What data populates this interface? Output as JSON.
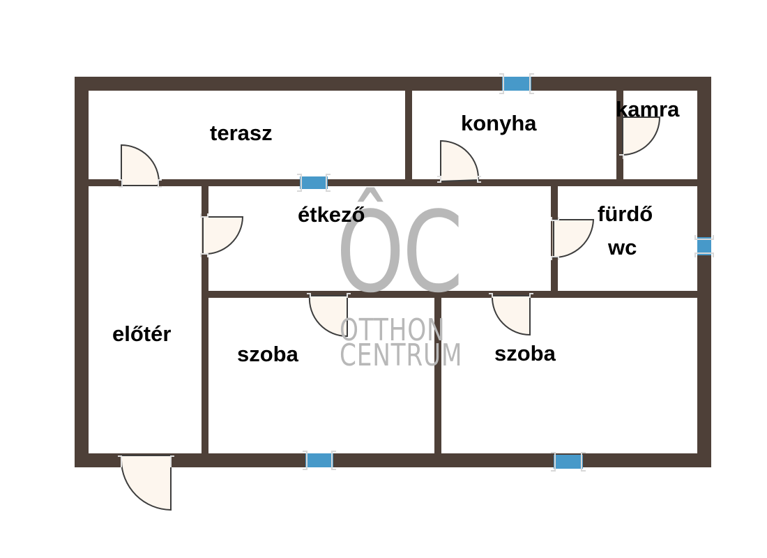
{
  "floorplan": {
    "colors": {
      "wall": "#4e4038",
      "window": "#4799c9",
      "door_leaf": "#fdf6ee",
      "watermark": "#b8b8b8",
      "label": "#000000"
    },
    "rooms": [
      {
        "id": "terasz",
        "label": "terasz"
      },
      {
        "id": "konyha",
        "label": "konyha"
      },
      {
        "id": "kamra",
        "label": "kamra"
      },
      {
        "id": "etkezo",
        "label": "étkező"
      },
      {
        "id": "furdo",
        "label": "fürdő"
      },
      {
        "id": "wc",
        "label": "wc"
      },
      {
        "id": "eloter",
        "label": "előtér"
      },
      {
        "id": "szoba1",
        "label": "szoba"
      },
      {
        "id": "szoba2",
        "label": "szoba"
      }
    ],
    "watermark": {
      "logo": "ÔC",
      "line1": "OTTHON",
      "line2": "CENTRUM"
    }
  }
}
